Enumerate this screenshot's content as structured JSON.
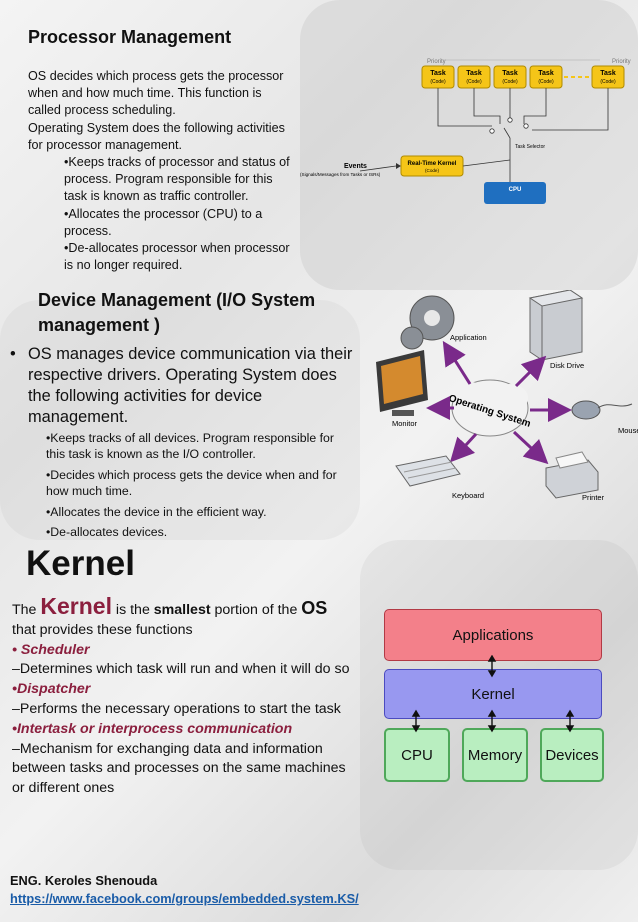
{
  "processor": {
    "title": "Processor Management",
    "para1": "OS decides which process gets the processor when and how much time. This function is called process scheduling.",
    "para2": "Operating System does the following activities for processor management.",
    "items": [
      "•Keeps tracks of processor and status of process. Program responsible for this task is known as traffic controller.",
      "•Allocates the processor (CPU) to a process.",
      "•De-allocates processor when processor is no longer required."
    ],
    "diagram": {
      "priority_left": "Priority",
      "priority_right": "Priority",
      "task_label": "Task",
      "code_label": "(Code)",
      "task_selector": "Task Selector",
      "events": "Events",
      "events_sub": "(Signals/Messages from Tasks or ISRs)",
      "rt_kernel": "Real-Time Kernel",
      "rt_code": "(Code)",
      "cpu": "CPU"
    }
  },
  "device": {
    "title": "Device Management (I/O System management )",
    "bullet": "OS manages device communication via their respective drivers. Operating System does the following activities for device management.",
    "items": [
      "•Keeps tracks of all devices. Program responsible for this task is known as the I/O controller.",
      "•Decides which process gets the device when and for how much time.",
      "•Allocates the device in the efficient way.",
      "•De-allocates devices."
    ],
    "diagram": {
      "center": "Operating System",
      "application": "Application",
      "disk_drive": "Disk Drive",
      "monitor": "Monitor",
      "mouse": "Mouse",
      "keyboard": "Keyboard",
      "printer": "Printer"
    }
  },
  "kernel": {
    "title": "Kernel",
    "intro_pre": "The ",
    "intro_word": "Kernel",
    "intro_mid": " is the ",
    "intro_smallest": "smallest",
    "intro_post": " portion of the ",
    "intro_os": "OS",
    "intro_line2": "that provides these functions",
    "scheduler": "• Scheduler",
    "scheduler_desc": "–Determines which task will run and when it will do so",
    "dispatcher": "•Dispatcher",
    "dispatcher_desc": "–Performs the necessary operations to start the task",
    "ipc": "•Intertask or interprocess communication",
    "ipc_desc": "–Mechanism for exchanging data and information between tasks and processes on the same machines or different ones",
    "diagram": {
      "applications": "Applications",
      "kernel": "Kernel",
      "cpu": "CPU",
      "memory": "Memory",
      "devices": "Devices"
    }
  },
  "footer": {
    "author": "ENG. Keroles Shenouda",
    "link": "https://www.facebook.com/groups/embedded.system.KS/"
  },
  "colors": {
    "accent": "#8b1f3e",
    "link": "#1a5ca8",
    "task_box": "#f5c518",
    "rt_kernel": "#f5c518",
    "cpu_box": "#1f6fc0",
    "arrow_purple": "#7a2a8a",
    "applications_fill": "#f3808a",
    "kernel_fill": "#9898f0",
    "hw_fill": "#b9eec0"
  }
}
